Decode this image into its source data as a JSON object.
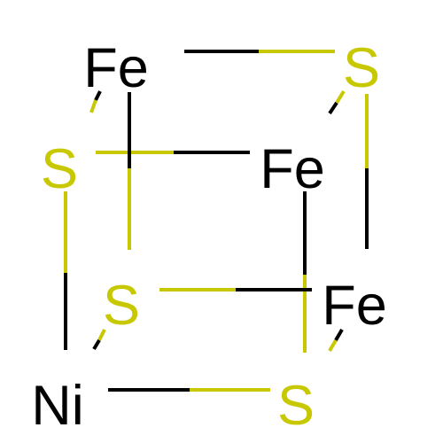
{
  "colors": {
    "Fe": "#000000",
    "Ni": "#000000",
    "S": "#c8c800",
    "background": "#ffffff"
  },
  "atoms": {
    "fe1": "Fe",
    "fe2": "Fe",
    "fe3": "Fe",
    "ni": "Ni",
    "s1": "S",
    "s2": "S",
    "s3": "S",
    "s4": "S"
  }
}
